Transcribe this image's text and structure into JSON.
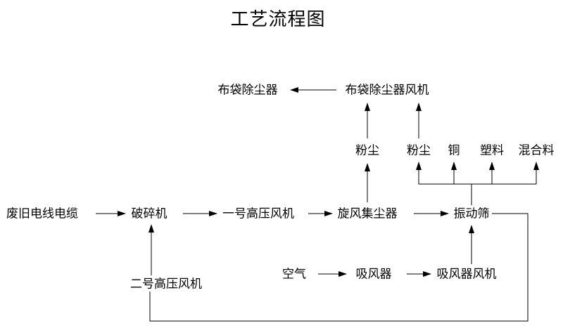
{
  "title": "工艺流程图",
  "diagram": {
    "nodes": {
      "waste_cable": "废旧电线电缆",
      "crusher": "破碎机",
      "fan_no1": "一号高压风机",
      "cyclone": "旋风集尘器",
      "vibrating_screen": "振动筛",
      "bag_filter": "布袋除尘器",
      "bag_filter_fan": "布袋除尘器风机",
      "dust_left": "粉尘",
      "dust_right": "粉尘",
      "copper": "铜",
      "plastic": "塑料",
      "mixture": "混合料",
      "fan_no2": "二号高压风机",
      "air": "空气",
      "suction": "吸风器",
      "suction_fan": "吸风器风机"
    },
    "edges": [
      {
        "from": "waste_cable",
        "to": "crusher"
      },
      {
        "from": "crusher",
        "to": "fan_no1"
      },
      {
        "from": "fan_no1",
        "to": "cyclone"
      },
      {
        "from": "cyclone",
        "to": "vibrating_screen"
      },
      {
        "from": "cyclone",
        "to": "dust_left"
      },
      {
        "from": "dust_left",
        "to": "bag_filter_fan"
      },
      {
        "from": "dust_right",
        "to": "bag_filter_fan"
      },
      {
        "from": "bag_filter_fan",
        "to": "bag_filter"
      },
      {
        "from": "vibrating_screen",
        "to": "dust_right"
      },
      {
        "from": "vibrating_screen",
        "to": "copper"
      },
      {
        "from": "vibrating_screen",
        "to": "plastic"
      },
      {
        "from": "vibrating_screen",
        "to": "mixture"
      },
      {
        "from": "air",
        "to": "suction"
      },
      {
        "from": "suction",
        "to": "suction_fan"
      },
      {
        "from": "suction_fan",
        "to": "vibrating_screen"
      },
      {
        "from": "vibrating_screen",
        "to": "fan_no2"
      },
      {
        "from": "fan_no2",
        "to": "crusher"
      }
    ]
  },
  "colors": {
    "line": "#000000",
    "text": "#000000",
    "background": "#ffffff"
  }
}
